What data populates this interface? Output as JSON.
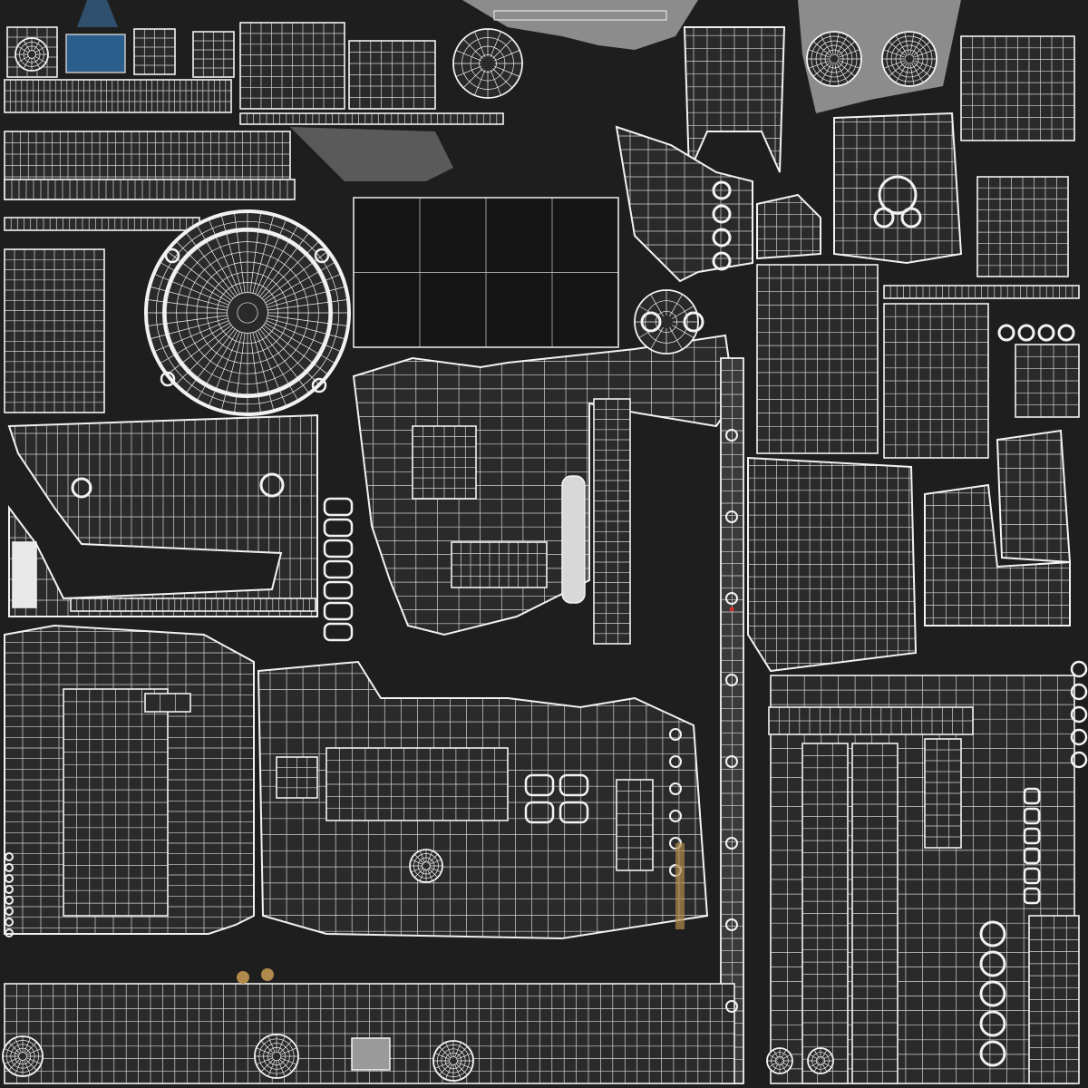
{
  "canvas": {
    "background": "#1e1e1e",
    "wire_color": "#f2f2f2",
    "gray_fill": "#8c8c8c",
    "dark_fill": "#151515",
    "island_fill": "#2a2a2a",
    "accent_blue": "#2d6ea8",
    "accent_gold": "#b08a4a",
    "marker_red": "#d23030"
  },
  "content_note_visible_text": "",
  "uv_islands": {
    "grid_rects": [
      {
        "name": "uv-island-strip-top-left",
        "cols": 40,
        "rows": 3
      },
      {
        "name": "uv-island-strip-stack-left",
        "cols": 36,
        "rows": 6
      },
      {
        "name": "uv-island-panel-left",
        "cols": 10,
        "rows": 16
      },
      {
        "name": "uv-island-gauge-ring",
        "cols": 14,
        "rows": 14
      },
      {
        "name": "uv-island-dark-screen",
        "cols": 4,
        "rows": 2
      },
      {
        "name": "uv-island-dashboard-left",
        "cols": 30,
        "rows": 10
      },
      {
        "name": "uv-island-center-console",
        "cols": 18,
        "rows": 22
      },
      {
        "name": "uv-island-long-vertical-strip",
        "cols": 2,
        "rows": 60
      },
      {
        "name": "uv-island-right-panel-upper",
        "cols": 10,
        "rows": 14
      },
      {
        "name": "uv-island-right-panel-large",
        "cols": 16,
        "rows": 18
      },
      {
        "name": "uv-island-door-left",
        "cols": 14,
        "rows": 30
      },
      {
        "name": "uv-island-seat-center",
        "cols": 28,
        "rows": 18
      },
      {
        "name": "uv-island-bottom-strip",
        "cols": 60,
        "rows": 8
      },
      {
        "name": "uv-island-right-bottom-columns",
        "cols": 18,
        "rows": 28
      }
    ],
    "circle_parts": [
      {
        "name": "uv-island-round-knob",
        "rings": 4,
        "spokes": 12
      },
      {
        "name": "uv-island-speaker",
        "rings": 6,
        "spokes": 16
      }
    ]
  }
}
